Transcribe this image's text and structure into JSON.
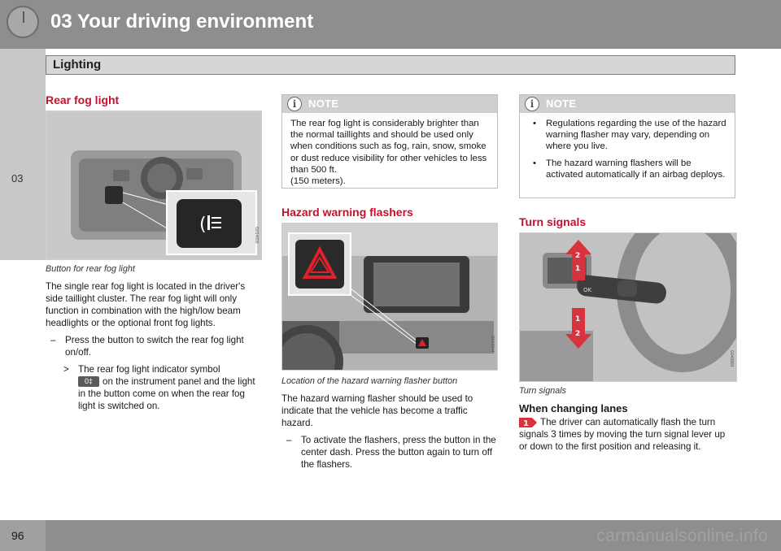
{
  "header": {
    "title": "03 Your driving environment",
    "section": "Lighting",
    "side_tab": "03"
  },
  "footer": {
    "page_number": "96",
    "watermark": "carmanualsonline.info"
  },
  "col1": {
    "heading": "Rear fog light",
    "image_code": "G014603",
    "caption": "Button for rear fog light",
    "paragraph": "The single rear fog light is located in the driver's side taillight cluster. The rear fog light will only function in combination with the high/low beam headlights or the optional front fog lights.",
    "step_mark": "–",
    "step": "Press the button to switch the rear fog light on/off.",
    "result_mark": ">",
    "result_before": "The rear fog light indicator symbol",
    "result_after": "on the instrument panel and the light in the button come on when the rear fog light is switched on."
  },
  "col2": {
    "note_title": "NOTE",
    "note_icon": "i",
    "note_text": "The rear fog light is considerably brighter than the normal taillights and should be used only when conditions such as fog, rain, snow, smoke or dust reduce visibility for other vehicles to less than 500 ft.\n(150 meters).",
    "heading": "Hazard warning flashers",
    "image_code": "G040344",
    "caption": "Location of the hazard warning flasher button",
    "paragraph": "The hazard warning flasher should be used to indicate that the vehicle has become a traffic hazard.",
    "step_mark": "–",
    "step": "To activate the flashers, press the button in the center dash. Press the button again to turn off the flashers."
  },
  "col3": {
    "note_title": "NOTE",
    "note_icon": "i",
    "bullets": [
      "Regulations regarding the use of the hazard warning flasher may vary, depending on where you live.",
      "The hazard warning flashers will be activated automatically if an airbag deploys."
    ],
    "bullet_mark": "•",
    "heading": "Turn signals",
    "image_code": "G040991",
    "caption": "Turn signals",
    "subheading": "When changing lanes",
    "callout_number": "1",
    "paragraph": "The driver can automatically flash the turn signals 3 times by moving the turn signal lever up or down to the first position and releasing it."
  },
  "colors": {
    "header_gray": "#8e8e8e",
    "heading_red": "#c8102e",
    "note_head": "#cfcfcf"
  }
}
